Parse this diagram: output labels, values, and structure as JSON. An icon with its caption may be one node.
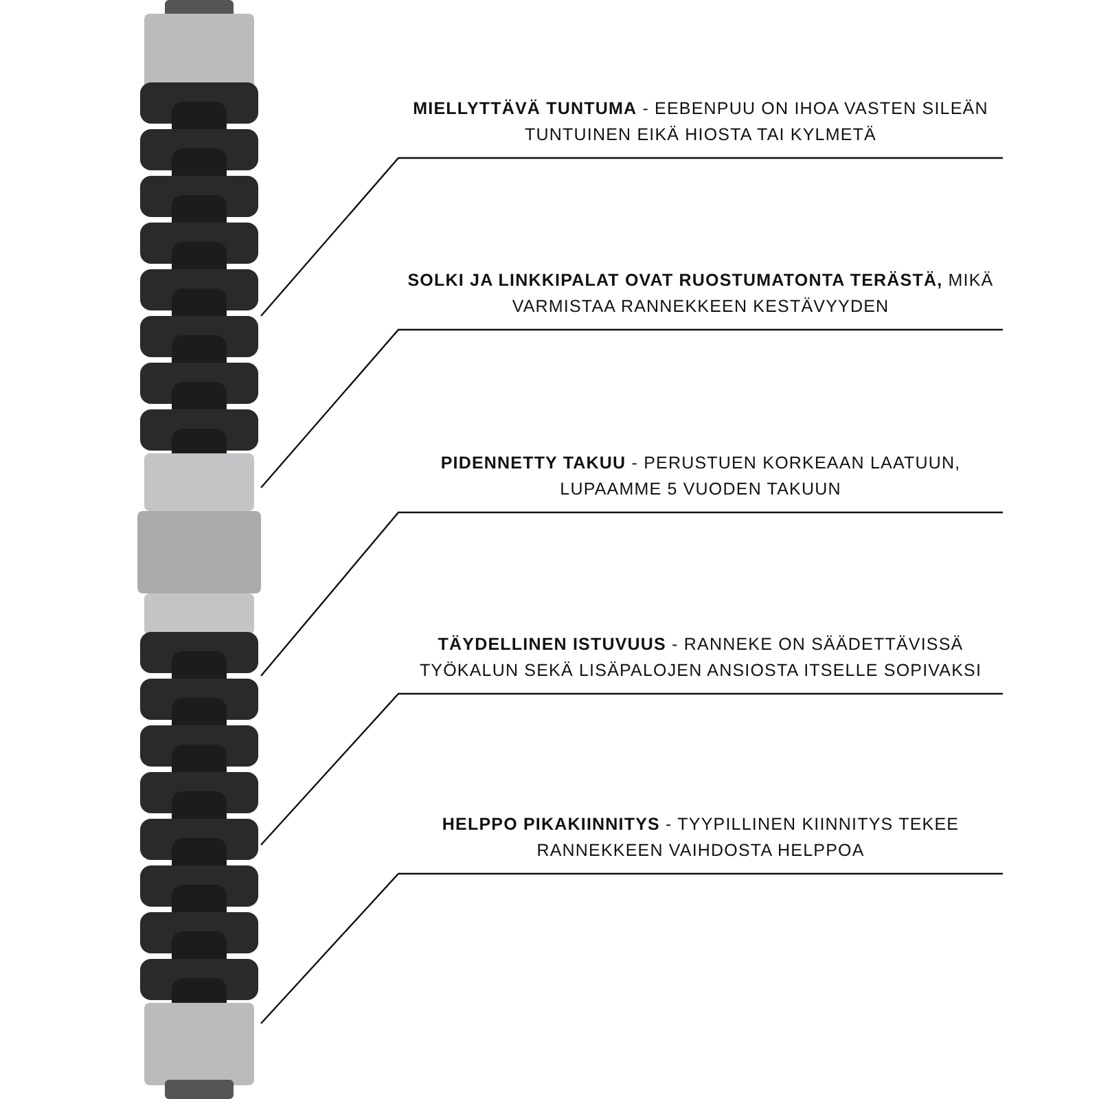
{
  "diagram": {
    "nodes": [
      {
        "text": [
          "**MIELLYTTÄVÄ TUNTUMA** - EEBENPUU ON IHOA VASTEN SILEÄN TUNTUINEN EIKÄ HIOSTA TAI KYLMETÄ"
        ]
      },
      {
        "text": [
          "**SOLKI JA LINKKIPALAT OVAT RUOSTUMATONTA TERÄSTÄ,** MIKÄ VARMISTAA RANNEKKEEN KESTÄVYYDEN"
        ]
      },
      {
        "text": [
          "**PIDENNETTY TAKUU** - PERUSTUEN KORKEAAN LAATUUN, LUPAAMME 5 VUODEN TAKUUN"
        ]
      },
      {
        "text": [
          "**TÄYDELLINEN ISTUVUUS** - RANNEKE ON SÄÄDETTÄVISSÄ TYÖKALUN SEKÄ LISÄPALOJEN ANSIOSTA ITSELLE SOPIVAKSI"
        ]
      },
      {
        "text": [
          "**HELPPO PIKAKIINNITYS** - TYYPILLINEN KIINNITYS TEKEE RANNEKKEEN VAIHDOSTA HELPPOA"
        ]
      },
      {
        "text": [],
        "shape": "picture"
      }
    ],
    "edges": [
      {
        "from": 0,
        "to": 5,
        "arrow": "none"
      },
      {
        "from": 1,
        "to": 5,
        "arrow": "none"
      },
      {
        "from": 2,
        "to": 5,
        "arrow": "none"
      },
      {
        "from": 3,
        "to": 5,
        "arrow": "none"
      },
      {
        "from": 4,
        "to": 5,
        "arrow": "none"
      }
    ]
  }
}
